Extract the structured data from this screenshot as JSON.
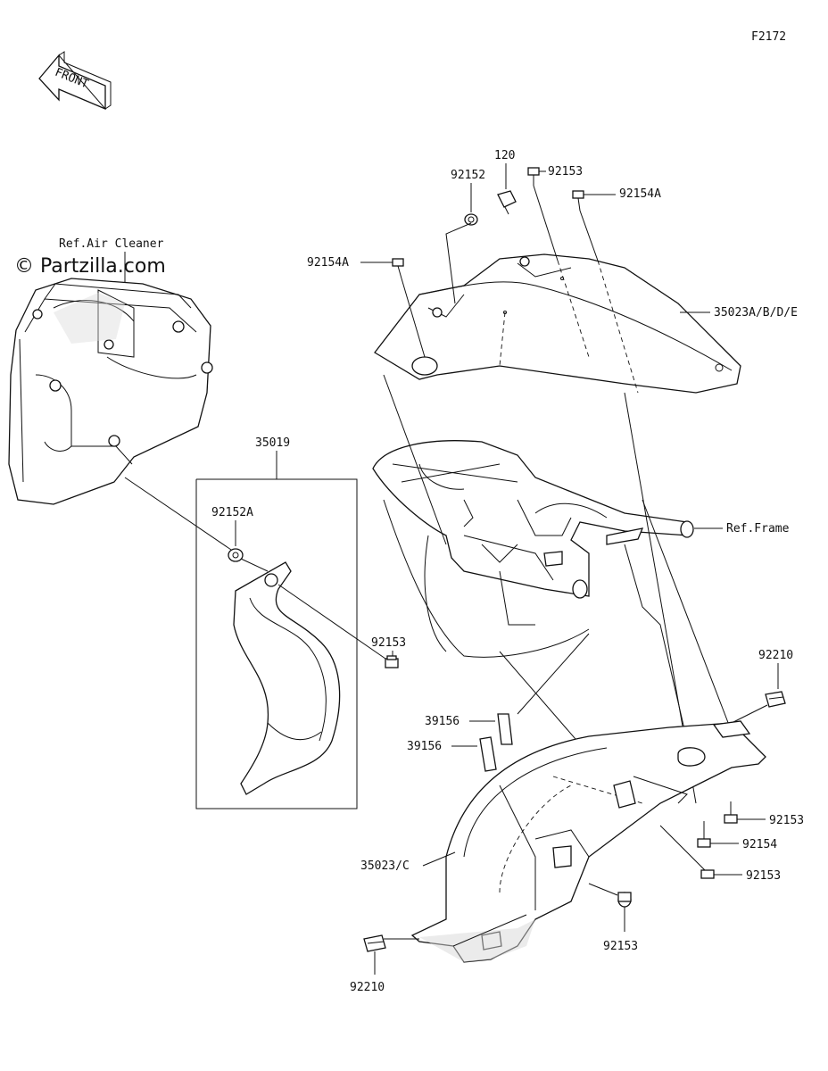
{
  "diagram": {
    "code": "F2172",
    "front_arrow_text": "FRONT",
    "watermark": "© Partzilla.com",
    "refs": {
      "air_cleaner": "Ref.Air Cleaner",
      "frame": "Ref.Frame"
    },
    "labels": {
      "p120": "120",
      "p92152": "92152",
      "p92153_top": "92153",
      "p92154a_right": "92154A",
      "p92154a_left": "92154A",
      "p35023abde": "35023A/B/D/E",
      "p35019": "35019",
      "p92152a": "92152A",
      "p92153_cover": "92153",
      "p92210_right": "92210",
      "p39156_a": "39156",
      "p39156_b": "39156",
      "p92153_r1": "92153",
      "p92154": "92154",
      "p92153_r2": "92153",
      "p35023c": "35023/C",
      "p92153_bottom": "92153",
      "p92210_bottom": "92210"
    }
  }
}
